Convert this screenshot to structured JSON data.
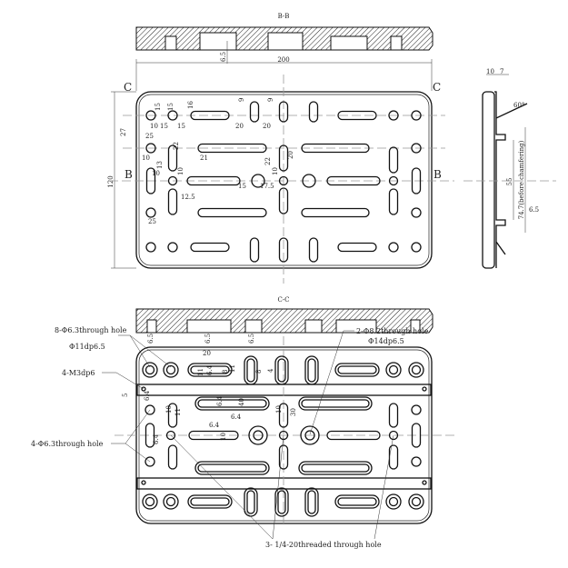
{
  "sections": {
    "bb": "B-B",
    "cc": "C-C",
    "c_mark": "C",
    "b_mark": "B"
  },
  "dimensions": {
    "width": "200",
    "height": "120",
    "depth": "6.5",
    "top_view": [
      "15",
      "15",
      "16",
      "9",
      "9",
      "10",
      "15",
      "15",
      "20",
      "20",
      "27",
      "25",
      "22",
      "21",
      "20",
      "10",
      "13",
      "10",
      "10",
      "22",
      "10",
      "15",
      "17.5",
      "12.5",
      "25"
    ],
    "side_view": [
      "10",
      "7",
      "60°",
      "55",
      "74.7(before chamfering)",
      "6.5"
    ],
    "bottom_view": [
      "6.5",
      "6.5",
      "6.5",
      "20",
      "11",
      "6.4",
      "8",
      "11",
      "8",
      "4",
      "5",
      "6.4",
      "10",
      "11",
      "6.4",
      "40",
      "6.4",
      "10",
      "30",
      "6.4",
      "10",
      "6.4"
    ]
  },
  "callouts": {
    "holes_8": "8-Φ6.3through hole",
    "holes_8_cb": "Φ11dp6.5",
    "m3": "4-M3dp6",
    "holes_4": "4-Φ6.3through hole",
    "holes_2": "2-Φ8.2through hole",
    "holes_2_cb": "Φ14dp6.5",
    "threaded": "3- 1/4-20threaded through hole"
  }
}
